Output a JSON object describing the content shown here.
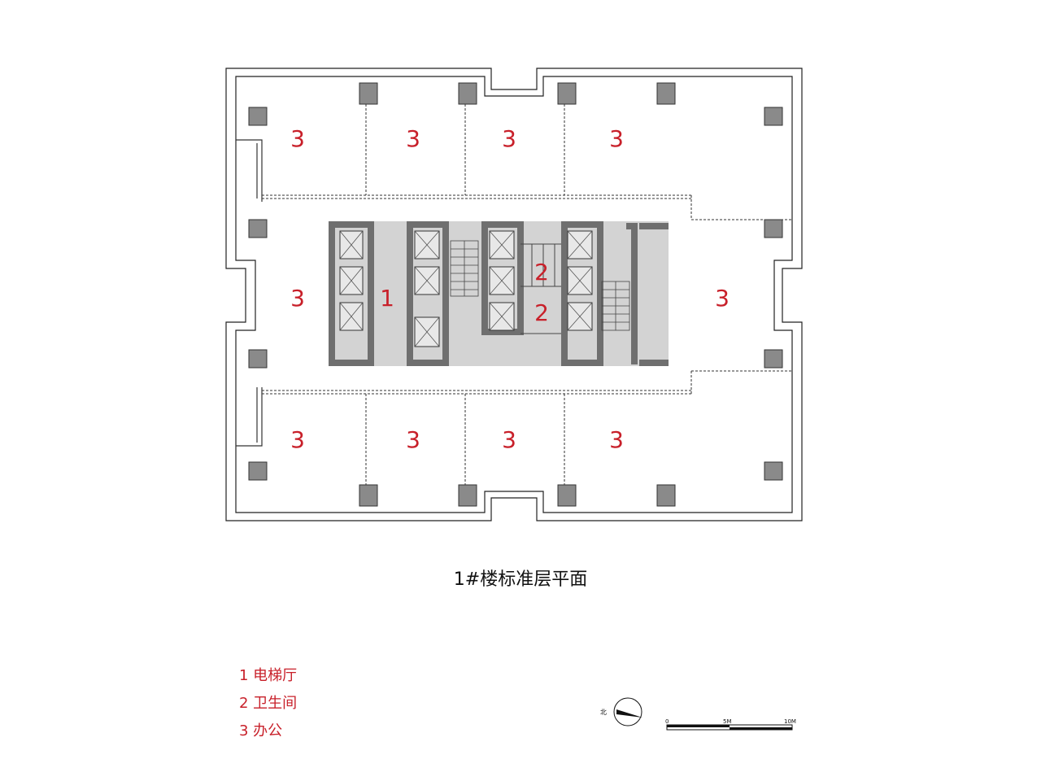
{
  "title": "1#楼标准层平面",
  "rooms": [
    {
      "label": "3"
    },
    {
      "label": "3"
    },
    {
      "label": "3"
    },
    {
      "label": "3"
    },
    {
      "label": "3"
    },
    {
      "label": "1"
    },
    {
      "label": "2"
    },
    {
      "label": "2"
    },
    {
      "label": "3"
    },
    {
      "label": "3"
    },
    {
      "label": "3"
    },
    {
      "label": "3"
    },
    {
      "label": "3"
    }
  ],
  "legend": [
    {
      "text": "1 电梯厅"
    },
    {
      "text": "2 卫生间"
    },
    {
      "text": "3 办公"
    }
  ],
  "north_arrow": {
    "label": "北"
  },
  "scale_bar": {
    "ticks": [
      "0",
      "5M",
      "10M"
    ]
  },
  "colors": {
    "room_label": "#c8202a",
    "column": "#8a8a8a",
    "core_fill": "#d3d3d3",
    "wall": "#7d7d7d",
    "line": "#222222"
  }
}
